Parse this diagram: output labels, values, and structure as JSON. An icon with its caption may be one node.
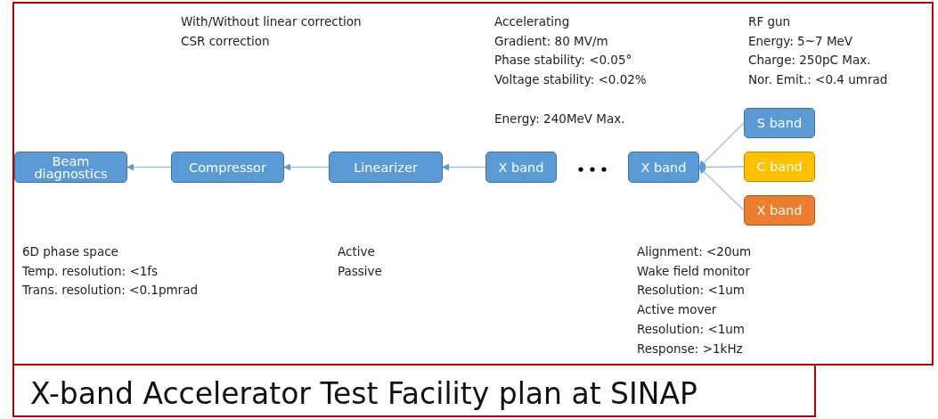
{
  "diagram": {
    "title": "X-band Accelerator Test Facility plan at SINAP",
    "nodes": [
      {
        "text": [
          "Beam diagnostics"
        ]
      },
      {
        "text": [
          "Compressor"
        ]
      },
      {
        "text": [
          "Linearizer"
        ]
      },
      {
        "text": [
          "X band"
        ]
      },
      {
        "text": [
          "X band"
        ]
      },
      {
        "text": [
          "S band"
        ]
      },
      {
        "text": [
          "C band"
        ]
      },
      {
        "text": [
          "X band"
        ]
      }
    ],
    "edges": [
      {
        "from": 3,
        "to": 2,
        "arrow": "to"
      },
      {
        "from": 2,
        "to": 1,
        "arrow": "to"
      },
      {
        "from": 1,
        "to": 0,
        "arrow": "to"
      },
      {
        "from": 5,
        "to": 4,
        "arrow": "to"
      },
      {
        "from": 6,
        "to": 4,
        "arrow": "to"
      },
      {
        "from": 7,
        "to": 4,
        "arrow": "to"
      }
    ],
    "labels": [
      "With/Without linear correction",
      "CSR correction",
      "Accelerating",
      "Gradient: 80 MV/m",
      "Phase stability: <0.05°",
      "Voltage stability: <0.02%",
      "Energy: 240MeV Max.",
      "RF gun",
      "Energy: 5~7 MeV",
      "Charge: 250pC Max.",
      "Nor. Emit.: <0.4 umrad",
      "6D phase space",
      "Temp. resolution: <1fs",
      "Trans. resolution: <0.1pmrad",
      "Active",
      "Passive",
      "Alignment: <20um",
      "Wake field monitor",
      "Resolution: <1um",
      "Active mover",
      "Resolution: <1um",
      "Response: >1kHz"
    ]
  }
}
